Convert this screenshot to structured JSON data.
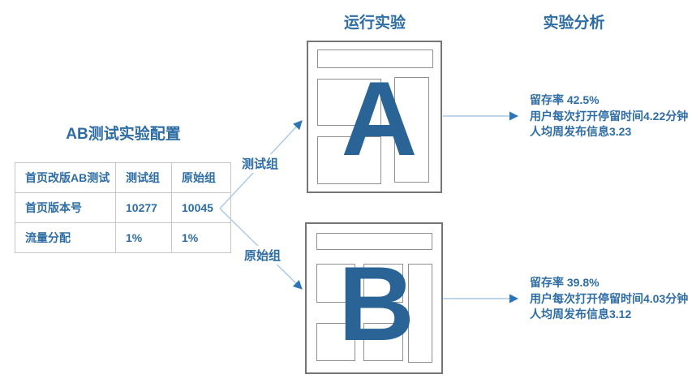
{
  "colors": {
    "text_blue": "#2E6DA4",
    "letter_blue": "#2A6496",
    "arrow_line": "#A8C8E8",
    "arrow_head": "#2E75B6",
    "table_border": "#C6C6C6",
    "wf_outer": "#757575",
    "wf_inner": "#8F8F8F"
  },
  "config": {
    "title": "AB测试实验配置",
    "table": {
      "header": [
        "首页改版AB测试",
        "测试组",
        "原始组"
      ],
      "rows": [
        [
          "首页版本号",
          "10277",
          "10045"
        ],
        [
          "流量分配",
          "1%",
          "1%"
        ]
      ]
    }
  },
  "branches": {
    "test_label": "测试组",
    "control_label": "原始组"
  },
  "run": {
    "title": "运行实验",
    "variant_a_letter": "A",
    "variant_b_letter": "B"
  },
  "analysis": {
    "title": "实验分析",
    "result_a": {
      "lines": [
        "留存率 42.5%",
        "用户每次打开停留时间4.22分钟",
        "人均周发布信息3.23"
      ]
    },
    "result_b": {
      "lines": [
        "留存率 39.8%",
        "用户每次打开停留时间4.03分钟",
        "人均周发布信息3.12"
      ]
    }
  }
}
